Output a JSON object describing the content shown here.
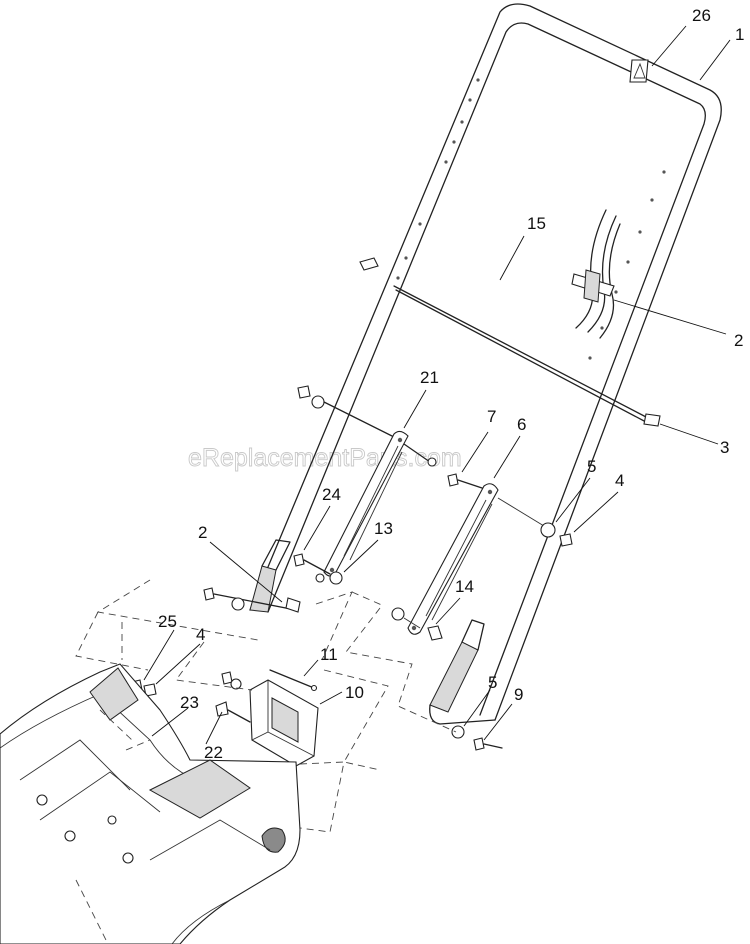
{
  "watermark": "eReplacementParts.com",
  "callouts": {
    "c26": "26",
    "c1": "1",
    "c15": "15",
    "c2_right": "2",
    "c3": "3",
    "c21": "21",
    "c7": "7",
    "c6": "6",
    "c5_upper": "5",
    "c4_upper": "4",
    "c24": "24",
    "c13": "13",
    "c2_left": "2",
    "c14": "14",
    "c25": "25",
    "c4_lower": "4",
    "c11": "11",
    "c10": "10",
    "c23": "23",
    "c22": "22",
    "c5_lower": "5",
    "c9": "9"
  }
}
